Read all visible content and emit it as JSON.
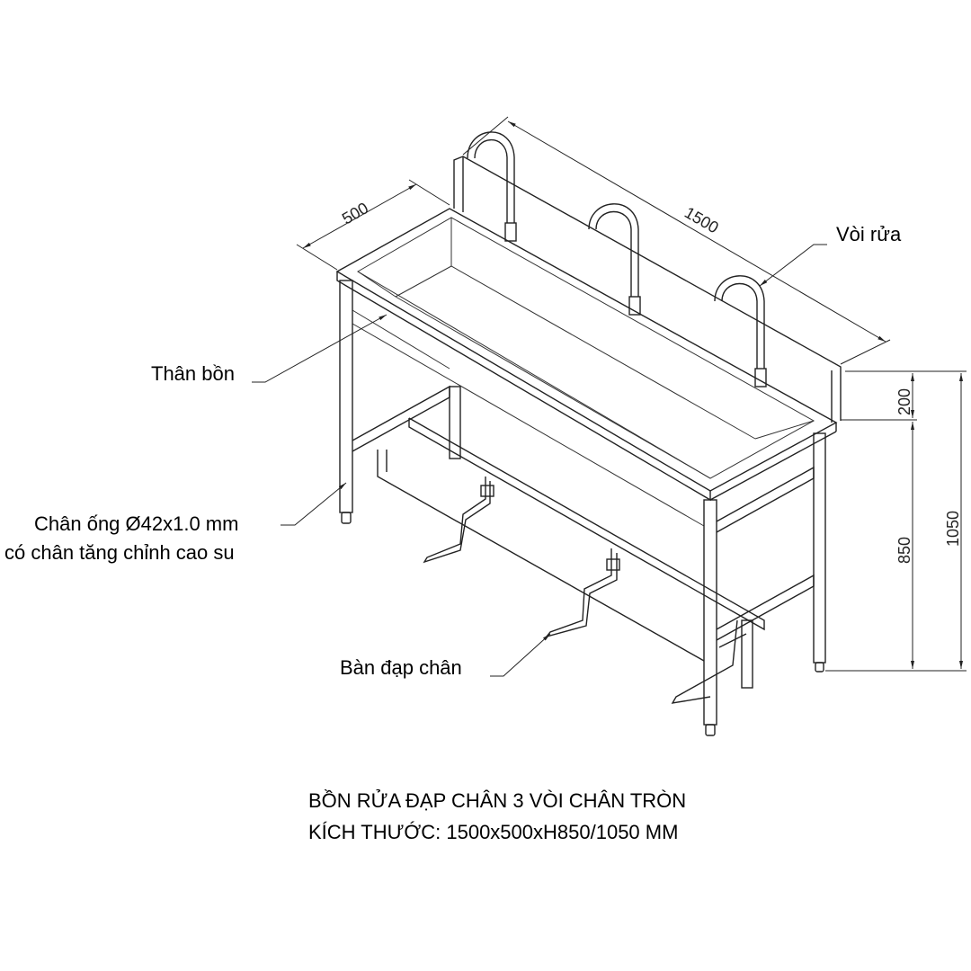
{
  "labels": {
    "faucet": "Vòi rửa",
    "basin_body": "Thân bồn",
    "leg_line1": "Chân ống Ø42x1.0 mm",
    "leg_line2": "có chân tăng chỉnh cao su",
    "pedal": "Bàn đạp chân"
  },
  "dimensions": {
    "depth": "500",
    "length": "1500",
    "backsplash": "200",
    "height": "850",
    "total_height": "1050"
  },
  "title": {
    "line1": "BỒN RỬA ĐẠP CHÂN 3 VÒI CHÂN TRÒN",
    "line2": "KÍCH THƯỚC: 1500x500xH850/1050 MM"
  }
}
